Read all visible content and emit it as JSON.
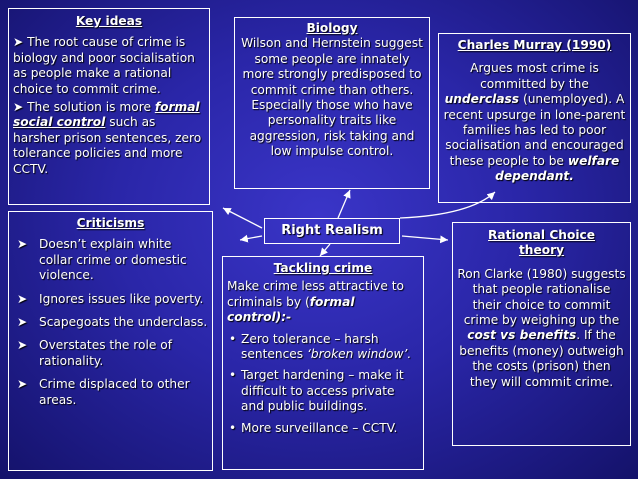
{
  "key_ideas": {
    "title": "Key ideas",
    "p1": "The root cause of crime is biology and poor socialisation as people make a rational choice to commit crime.",
    "p2_pre": "The solution is more ",
    "p2_em": "formal social control",
    "p2_post": " such as harsher prison sentences, zero tolerance policies and more CCTV."
  },
  "biology": {
    "title": "Biology",
    "text": "Wilson and Hernstein suggest some people are innately more strongly predisposed to commit crime than others. Especially those who have personality traits like aggression, risk taking and low impulse control."
  },
  "murray": {
    "title": "Charles Murray (1990)",
    "t1": "Argues most crime is committed by the ",
    "em1": "underclass",
    "t2": " (unemployed). A recent upsurge in lone-parent families has led to poor socialisation and encouraged these people to be ",
    "em2": "welfare dependant."
  },
  "right_realism": {
    "label": "Right Realism"
  },
  "criticisms": {
    "title": "Criticisms",
    "items": [
      "Doesn’t explain white collar crime or domestic violence.",
      "Ignores issues like poverty.",
      "Scapegoats the underclass.",
      "Overstates the role of rationality.",
      "Crime displaced to other areas."
    ]
  },
  "tackling": {
    "title": "Tackling crime",
    "intro_pre": "Make crime less attractive to criminals by (",
    "intro_em": "formal control):-",
    "b1_pre": "Zero tolerance – harsh sentences ",
    "b1_em": "‘broken window’.",
    "b2": "Target hardening – make it difficult to access private and public buildings.",
    "b3": "More surveillance – CCTV."
  },
  "rational": {
    "title": "Rational Choice theory",
    "t1": "Ron Clarke (1980) suggests that people rationalise their choice to commit crime by weighing up the ",
    "em": "cost vs benefits",
    "t2": ". If the benefits (money) outweigh the costs (prison) then they will commit crime."
  },
  "icons": {
    "bullet": "arrow-bullet-icon",
    "dot": "dot-bullet-icon"
  }
}
